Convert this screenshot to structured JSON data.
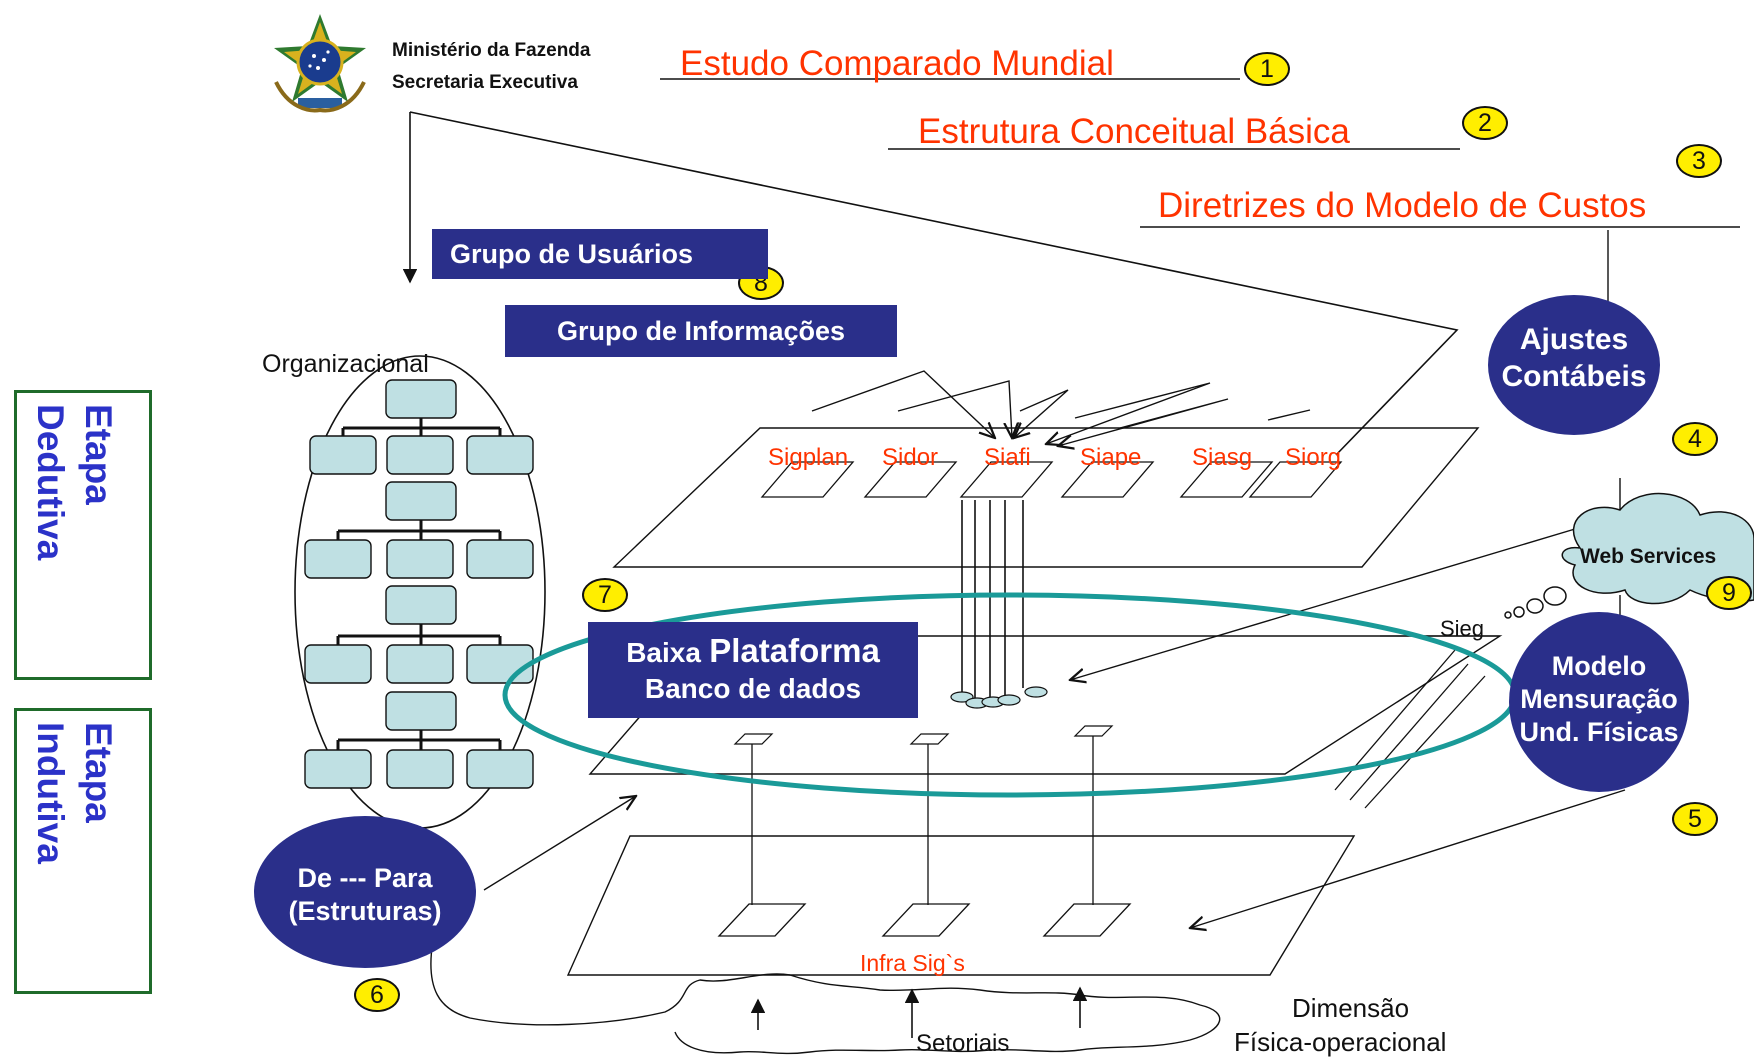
{
  "header": {
    "ministry": "Ministério da Fazenda",
    "secretariat": "Secretaria Executiva"
  },
  "titles": {
    "t1": "Estudo Comparado Mundial",
    "t2": "Estrutura Conceitual Básica",
    "t3": "Diretrizes do Modelo de Custos"
  },
  "boxes": {
    "usuarios": "Grupo de Usuários",
    "informacoes": "Grupo de Informações",
    "plataforma_line1": "Baixa",
    "plataforma_line1b": "Plataforma",
    "plataforma_line2": "Banco de dados"
  },
  "ovals": {
    "ajustes_line1": "Ajustes",
    "ajustes_line2": "Contábeis",
    "modelo_line1": "Modelo",
    "modelo_line2": "Mensuração",
    "modelo_line3": "Und.  Físicas",
    "depara_line1": "De --- Para",
    "depara_line2": "(Estruturas)"
  },
  "labels": {
    "organizacional": "Organizacional",
    "web_services": "Web Services",
    "sieg": "Sieg",
    "infra": "Infra Sig`s",
    "setoriais": "Setoriais",
    "dimensao_line1": "Dimensão",
    "dimensao_line2": "Física-operacional"
  },
  "systems": [
    "Sigplan",
    "Sidor",
    "Siafi",
    "Siape",
    "Siasg",
    "Siorg"
  ],
  "numbers": [
    "1",
    "2",
    "3",
    "4",
    "5",
    "6",
    "7",
    "8",
    "9"
  ],
  "side": {
    "deductive_line1": "Etapa",
    "deductive_line2": "Dedutiva",
    "inductive_line1": "Etapa",
    "inductive_line2": "Indutiva"
  },
  "colors": {
    "navy": "#2a2f8a",
    "red_text": "#ff3300",
    "badge_yellow": "#ffee00",
    "teal_ellipse": "#1a9a98",
    "chart_box": "#bfe0e3",
    "side_border": "#1f6b2a",
    "side_text": "#2b32c8"
  }
}
